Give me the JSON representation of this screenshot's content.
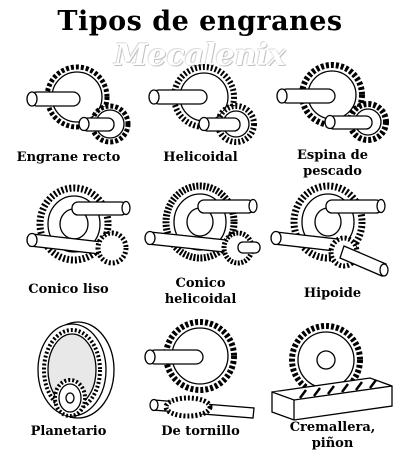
{
  "title": "Tipos de engranes",
  "watermark": "Mecalenix",
  "gears": [
    {
      "label_lines": [
        "Engrane recto"
      ],
      "icon": "spur-gear-icon"
    },
    {
      "label_lines": [
        "Helicoidal"
      ],
      "icon": "helical-gear-icon"
    },
    {
      "label_lines": [
        "Espina de",
        "pescado"
      ],
      "icon": "herringbone-gear-icon"
    },
    {
      "label_lines": [
        "Conico liso"
      ],
      "icon": "bevel-gear-icon"
    },
    {
      "label_lines": [
        "Conico",
        "helicoidal"
      ],
      "icon": "spiral-bevel-gear-icon"
    },
    {
      "label_lines": [
        "Hipoide"
      ],
      "icon": "hypoid-gear-icon"
    },
    {
      "label_lines": [
        "Planetario"
      ],
      "icon": "planetary-gear-icon"
    },
    {
      "label_lines": [
        "De tornillo"
      ],
      "icon": "worm-gear-icon"
    },
    {
      "label_lines": [
        "Cremallera,",
        "piñon"
      ],
      "icon": "rack-pinion-icon"
    }
  ]
}
